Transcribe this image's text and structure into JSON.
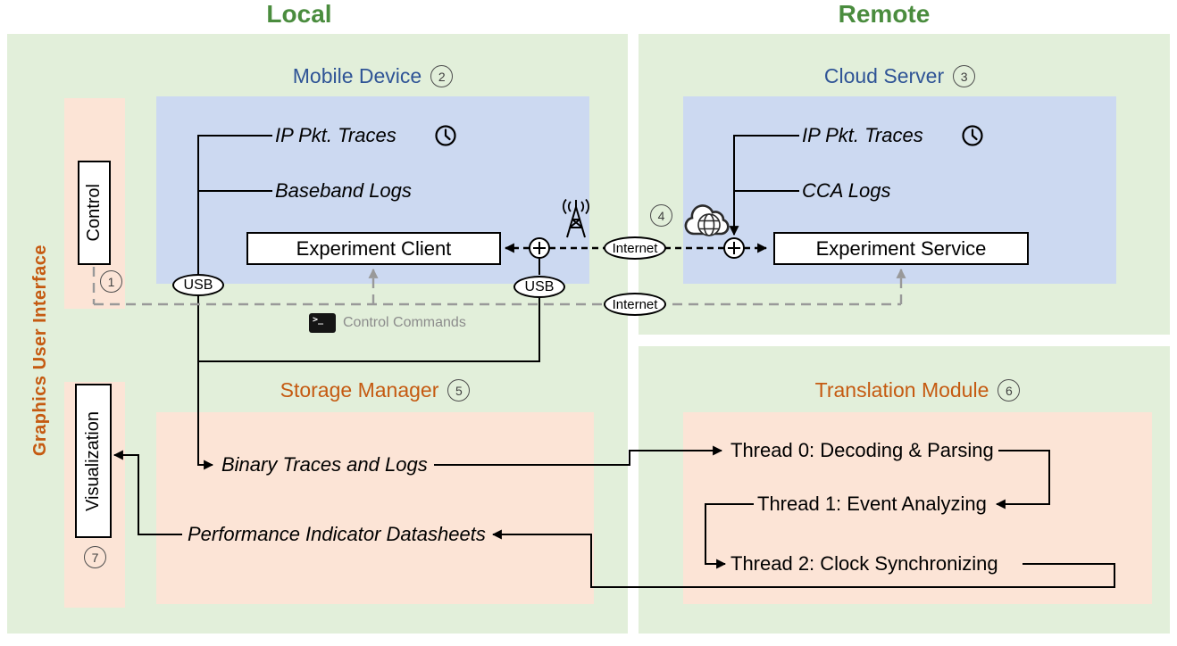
{
  "titles": {
    "local": "Local",
    "remote": "Remote"
  },
  "gui": {
    "label": "Graphics User Interface",
    "control": "Control",
    "visualization": "Visualization",
    "badge_control": "1",
    "badge_visualization": "7"
  },
  "mobile_device": {
    "heading": "Mobile Device",
    "badge": "2",
    "items": {
      "ip_traces": "IP Pkt. Traces",
      "baseband": "Baseband Logs"
    },
    "client": "Experiment Client"
  },
  "cloud_server": {
    "heading": "Cloud Server",
    "badge": "3",
    "items": {
      "ip_traces": "IP Pkt. Traces",
      "cca": "CCA Logs"
    },
    "service": "Experiment Service"
  },
  "links": {
    "usb1": "USB",
    "usb2": "USB",
    "internet1": "Internet",
    "internet2": "Internet",
    "badge_internet": "4",
    "control_commands": "Control Commands",
    "terminal_glyph": ">_"
  },
  "storage": {
    "heading": "Storage Manager",
    "badge": "5",
    "binary": "Binary Traces and Logs",
    "datasheets": "Performance Indicator Datasheets"
  },
  "translation": {
    "heading": "Translation Module",
    "badge": "6",
    "threads": [
      "Thread 0: Decoding & Parsing",
      "Thread 1: Event Analyzing",
      "Thread 2: Clock Synchronizing"
    ]
  },
  "icons": {
    "clock": "clock-icon",
    "antenna": "antenna-icon",
    "cloud_globe": "cloud-globe-icon",
    "terminal": "terminal-icon",
    "combiner": "circled-plus-icon"
  },
  "colors": {
    "green_bg": "#e2efda",
    "blue_bg": "#ccd9f1",
    "peach_bg": "#fce4d6",
    "green_text": "#4a8c3e",
    "blue_text": "#2f5496",
    "orange_text": "#c55a11",
    "gray_line": "#999999",
    "gray_text": "#8c8c8c"
  }
}
